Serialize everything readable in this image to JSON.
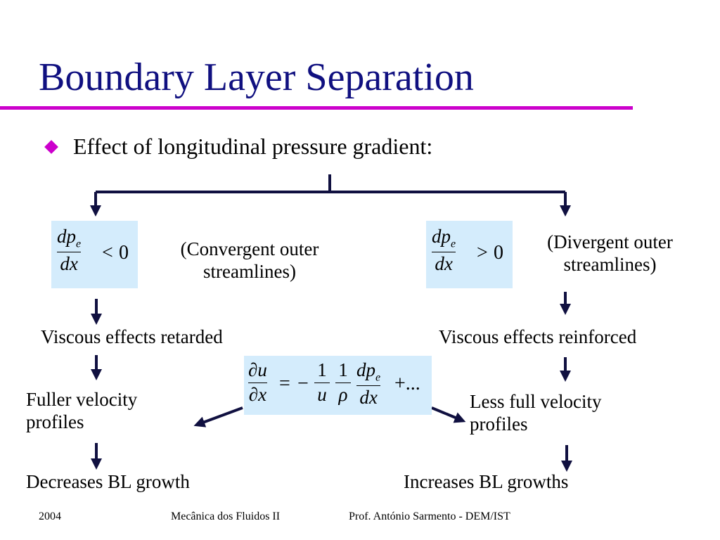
{
  "slide": {
    "title": "Boundary Layer Separation",
    "bullet": "Effect of longitudinal pressure gradient:",
    "accent_color": "#cc00cc",
    "title_color": "#101080",
    "box_color": "#d4ecfc",
    "bullet_icon": "diamond-bullet-icon"
  },
  "left": {
    "eq_num": "dp",
    "eq_sub": "e",
    "eq_den": "dx",
    "eq_op": "<",
    "eq_rhs": "0",
    "note_line1": "(Convergent outer",
    "note_line2": "streamlines)",
    "step1": "Viscous effects retarded",
    "step2_line1": "Fuller velocity",
    "step2_line2": "profiles",
    "step3": "Decreases BL growth"
  },
  "right": {
    "eq_num": "dp",
    "eq_sub": "e",
    "eq_den": "dx",
    "eq_op": ">",
    "eq_rhs": "0",
    "note_line1": "(Divergent outer",
    "note_line2": "streamlines)",
    "step1": "Viscous effects reinforced",
    "step2_line1": "Less full velocity",
    "step2_line2": "profiles",
    "step3": "Increases BL growths"
  },
  "center_eq": {
    "t1_num": "∂u",
    "t1_den": "∂x",
    "eq": "=",
    "minus": "−",
    "t2_num": "1",
    "t2_den": "u",
    "t3_num": "1",
    "t3_den": "ρ",
    "t4_num": "dp",
    "t4_sub": "e",
    "t4_den": "dx",
    "tail": "+..."
  },
  "footer": {
    "year": "2004",
    "course": "Mecânica dos Fluidos II",
    "author": "Prof. António Sarmento - DEM/IST"
  }
}
